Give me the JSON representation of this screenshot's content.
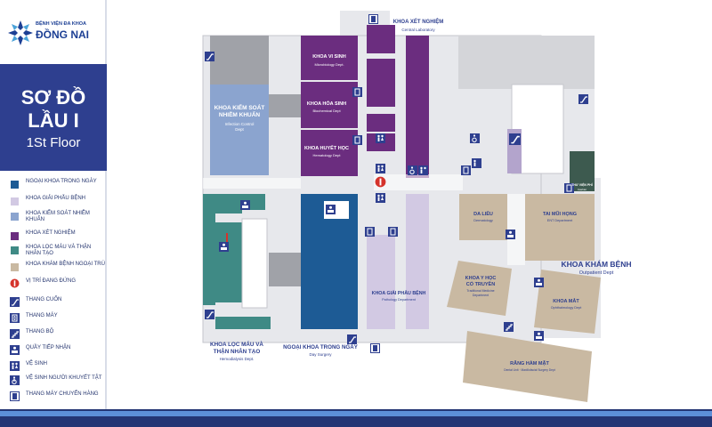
{
  "hospital": {
    "name_small": "BỆNH VIỆN ĐA KHOA",
    "name_big": "ĐỒNG NAI"
  },
  "title": {
    "vi": "SƠ ĐỒ",
    "floor": "LẦU I",
    "en": "1St Floor"
  },
  "legend": [
    {
      "label": "NGOẠI KHOA TRONG NGÀY",
      "color": "#1d5b95",
      "icon": "swatch"
    },
    {
      "label": "KHOA GIẢI PHẪU BỆNH",
      "color": "#d2c9e3",
      "icon": "swatch"
    },
    {
      "label": "KHOA KIỂM SOÁT NHIỄM KHUẨN",
      "color": "#8ba4cf",
      "icon": "swatch"
    },
    {
      "label": "KHOA XÉT NGHIỆM",
      "color": "#6b2d7f",
      "icon": "swatch"
    },
    {
      "label": "KHOA LỌC MÁU VÀ THẬN NHÂN TẠO",
      "color": "#3f8a85",
      "icon": "swatch"
    },
    {
      "label": "KHOA KHÁM BỆNH NGOẠI TRÚ",
      "color": "#c9b9a2",
      "icon": "swatch"
    },
    {
      "label": "VỊ TRÍ ĐANG ĐỨNG",
      "color": "#d5332b",
      "icon": "you-are-here-icon"
    },
    {
      "label": "THANG CUỐN",
      "color": "#2e3f8f",
      "icon": "escalator-icon"
    },
    {
      "label": "THANG MÁY",
      "color": "#2e3f8f",
      "icon": "elevator-icon"
    },
    {
      "label": "THANG BỘ",
      "color": "#2e3f8f",
      "icon": "stairs-icon"
    },
    {
      "label": "QUẦY TIẾP NHẬN",
      "color": "#2e3f8f",
      "icon": "reception-icon"
    },
    {
      "label": "VỆ SINH",
      "color": "#2e3f8f",
      "icon": "restroom-icon"
    },
    {
      "label": "VỆ SINH NGƯỜI KHUYẾT TẬT",
      "color": "#2e3f8f",
      "icon": "accessible-restroom-icon"
    },
    {
      "label": "THANG MÁY CHUYỂN HÀNG",
      "color": "#2e3f8f",
      "icon": "freight-elevator-icon"
    }
  ],
  "rooms": {
    "infection": {
      "vi1": "KHOA KIỂM SOÁT",
      "vi2": "NHIỄM KHUẨN",
      "en1": "Infection Control",
      "en2": "Dept"
    },
    "micro": {
      "vi": "KHOA VI SINH",
      "en": "Microbiology Dept."
    },
    "biochem": {
      "vi": "KHOA HÓA SINH",
      "en": "Biochemical Dept"
    },
    "hema": {
      "vi": "KHOA HUYẾT HỌC",
      "en": "Hematology Dept"
    },
    "lab": {
      "vi": "KHOA XÉT NGHIỆM",
      "en": "Central Laboratory"
    },
    "library": {
      "vi": "THƯ VIỆN PHÍ",
      "en": "Cashier"
    },
    "derm": {
      "vi": "DA LIỄU",
      "en": "Dermatology"
    },
    "ent": {
      "vi": "TAI MŨI HỌNG",
      "en": "ENT Department"
    },
    "outpatient": {
      "vi": "KHOA KHÁM BỆNH",
      "en": "Outpatient Dept"
    },
    "tradmed": {
      "vi1": "KHOA Y HỌC",
      "vi2": "CỔ TRUYỀN",
      "en1": "Traditional Medicine",
      "en2": "Department"
    },
    "eye": {
      "vi": "KHOA MẮT",
      "en": "Ophthalmology Dept"
    },
    "dental": {
      "vi": "RĂNG HÀM MẶT",
      "en": "Dental Unit · Maxillofacial Surgery Dept"
    },
    "pathology": {
      "vi": "KHOA GIẢI PHẪU BỆNH",
      "en": "Pathology Department"
    },
    "dialysis": {
      "vi1": "KHOA LỌC MÁU VÀ",
      "vi2": "THẬN NHÂN TẠO",
      "en": "Hemodialysis Dept."
    },
    "daysurgery": {
      "vi": "NGOẠI KHOA TRONG NGÀY",
      "en": "Day Surgery"
    }
  }
}
